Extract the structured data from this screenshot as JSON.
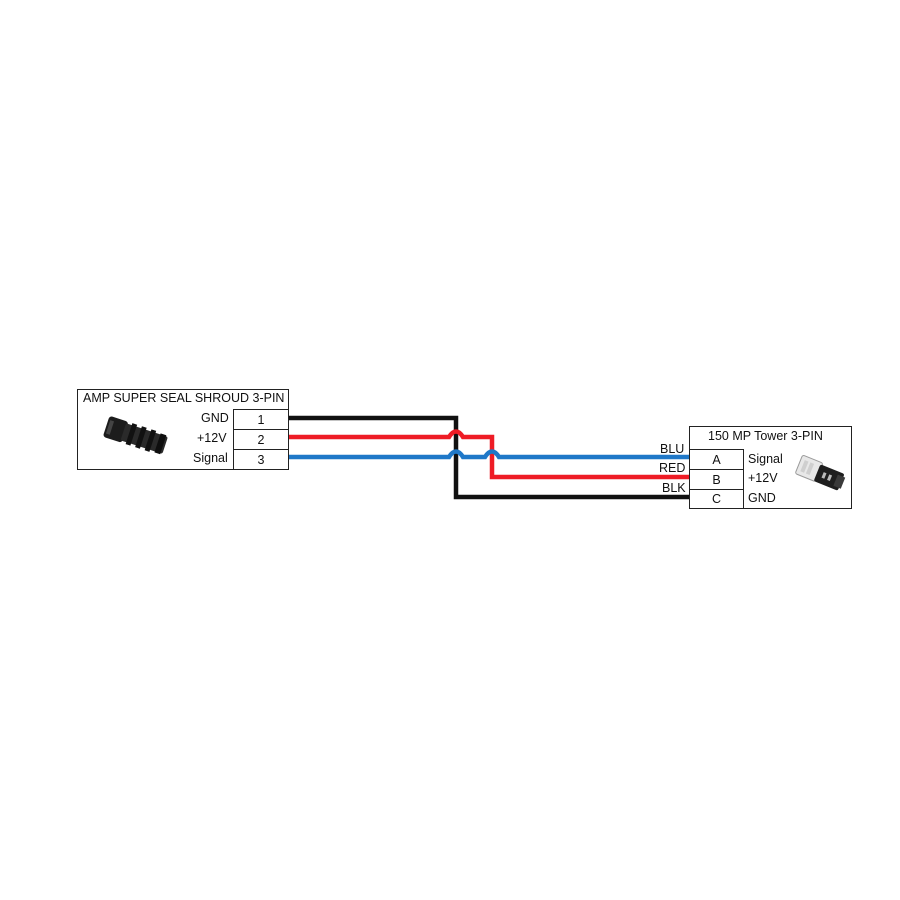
{
  "left_connector": {
    "title": "AMP SUPER SEAL SHROUD 3-PIN",
    "icon": "amp-super-seal-connector-icon",
    "pins": [
      {
        "number": "1",
        "label": "GND"
      },
      {
        "number": "2",
        "label": "+12V"
      },
      {
        "number": "3",
        "label": "Signal"
      }
    ]
  },
  "right_connector": {
    "title": "150 MP Tower 3-PIN",
    "icon": "mp-tower-connector-icon",
    "pins": [
      {
        "letter": "A",
        "label": "Signal",
        "wire": "BLU"
      },
      {
        "letter": "B",
        "label": "+12V",
        "wire": "RED"
      },
      {
        "letter": "C",
        "label": "GND",
        "wire": "BLK"
      }
    ]
  },
  "wire_colors": {
    "BLK": "#111111",
    "RED": "#ee1c25",
    "BLU": "#1f78c8"
  }
}
